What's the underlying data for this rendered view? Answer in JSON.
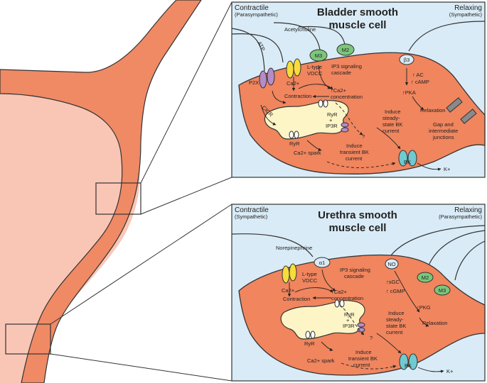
{
  "bladder": {
    "title_line1": "Bladder smooth",
    "title_line2": "muscle cell",
    "left_header": "Contractile",
    "left_sub": "(Parasympathetic)",
    "right_header": "Relaxing",
    "right_sub": "(Sympathetic)",
    "atp": "ATP",
    "acetylcholine": "Acetylcholine",
    "m3": "M3",
    "m2": "M2",
    "b3": "β3",
    "p2x": "P2X",
    "ltype_1": "L-type",
    "ltype_2": "VDCC",
    "ca2": "Ca2+",
    "ip3_1": "IP3 signaling",
    "ip3_2": "cascade",
    "ac": "↑ AC",
    "camp": "↑ cAMP",
    "pka": "↑PKA",
    "contraction": "Contraction",
    "ca_conc_1": "↑Ca2+",
    "ca_conc_2": "concentration",
    "cicr": "CICR",
    "ryr": "RyR",
    "plus": "+",
    "ip3r": "IP3R",
    "ryr2": "RyR",
    "relaxation": "Relaxation",
    "steady_1": "Induce",
    "steady_2": "steady-",
    "steady_3": "state BK",
    "steady_4": "current",
    "gap_1": "Gap and",
    "gap_2": "intermediate",
    "gap_3": "junctions",
    "spark": "Ca2+ spark",
    "trans_1": "Induce",
    "trans_2": "transient BK",
    "trans_3": "current",
    "q": "?",
    "bk": "BK",
    "k": "K+"
  },
  "urethra": {
    "title_line1": "Urethra smooth",
    "title_line2": "muscle cell",
    "left_header": "Contractile",
    "left_sub": "(Sympathetic)",
    "right_header": "Relaxing",
    "right_sub": "(Parasympathetic)",
    "norepinephrine": "Norepinephrine",
    "a1": "α1",
    "no": "NO",
    "m2": "M2",
    "m3": "M3",
    "ltype_1": "L-type",
    "ltype_2": "VDCC",
    "ca2": "Ca2+",
    "ip3_1": "IP3 signaling",
    "ip3_2": "cascade",
    "sgc": "↑sGC",
    "cgmp": "↑ cGMP",
    "pkg": "↑PKG",
    "contraction": "Contraction",
    "ca_conc_1": "↑Ca2+",
    "ca_conc_2": "concentration",
    "ryr": "RyR",
    "plus": "+",
    "ip3r": "IP3R",
    "ryr2": "RyR",
    "relaxation": "Relaxation",
    "steady_1": "Induce",
    "steady_2": "steady-",
    "steady_3": "state BK",
    "steady_4": "current",
    "spark": "Ca2+ spark",
    "trans_1": "Induce",
    "trans_2": "transient BK",
    "trans_3": "current",
    "q": "?",
    "bk": "BK",
    "k": "K+"
  },
  "colors": {
    "panel_bg": "#d9ebf6",
    "cell": "#f0855e",
    "organ_wall": "#ef8a65",
    "organ_lumen": "#f9c6b6",
    "sr": "#fdf5c6",
    "m_receptor": "#7cc67b",
    "vdcc": "#f6dc3c",
    "p2x": "#b58bc9",
    "bk": "#6fcad1",
    "gap": "#8a8a8a"
  }
}
